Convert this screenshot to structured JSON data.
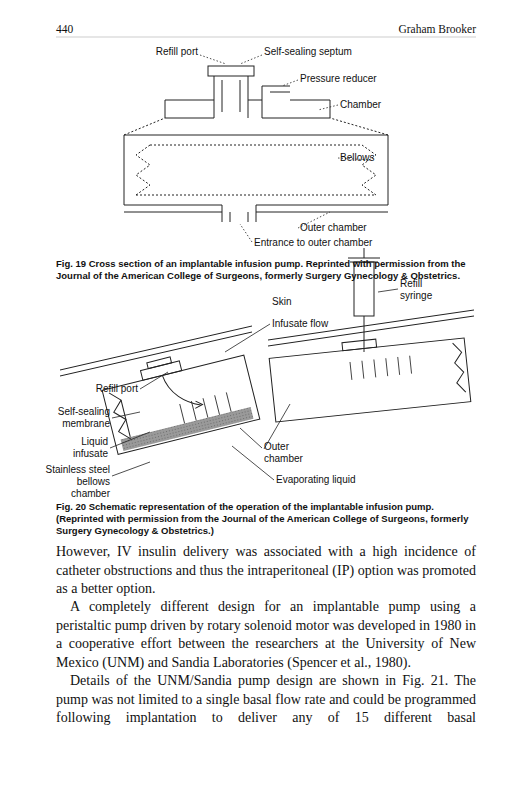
{
  "diagram": {
    "labels": [
      "440",
      "Graham Brooker",
      "Refill port",
      "Self-sealing septum",
      "Pressure reducer",
      "Chamber",
      "Bellows",
      "Outer chamber",
      "Entrance to outer chamber",
      "Fig. 19 Cross section of an implantable infusion pump. Reprinted with permission from the Journal of the American College of Surgeons, formerly Surgery Gynecology & Obstetrics.",
      "Skin",
      "Refill syringe",
      "Infusate flow",
      "Refill port",
      "Self-sealing membrane",
      "Liquid infusate",
      "Outer chamber",
      "Stainless steel bellows chamber",
      "Evaporating liquid",
      "Fig. 20 Schematic representation of the operation of the implantable infusion pump. (Reprinted with permission from the Journal of the American College of Surgeons, formerly Surgery Gynecology & Obstetrics.)",
      "However, IV insulin delivery was associated with a high incidence of catheter obstructions and thus the intraperitoneal (IP) option was promoted as a better option.",
      "A completely different design for an implantable pump using a peristaltic pump driven by rotary solenoid motor was developed in 1980 in a cooperative effort between the researchers at the University of New Mexico (UNM) and Sandia Laboratories (Spencer et al., 1980).",
      "Details of the UNM/Sandia pump design are shown in Fig. 21. The pump was not limited to a single basal flow rate and could be programmed following implantation to deliver any of 15 different basal"
    ]
  }
}
